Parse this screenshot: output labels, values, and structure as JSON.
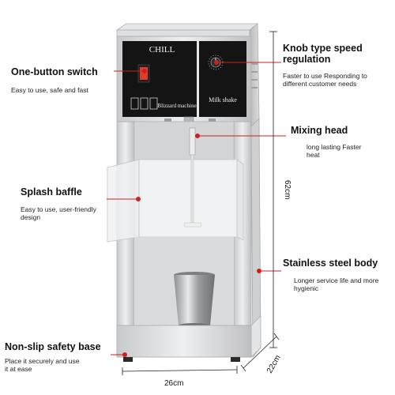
{
  "machine": {
    "brand": "CHILL",
    "left_panel_text": "Blizzard machine",
    "right_panel_text": "Milk shake"
  },
  "callouts": {
    "one_button": {
      "title": "One-button switch",
      "desc": "Easy to use, safe and fast"
    },
    "knob": {
      "title": "Knob type speed regulation",
      "desc": "Faster to use Responding to different customer needs"
    },
    "mixing_head": {
      "title": "Mixing head",
      "desc": "long lasting Faster heat"
    },
    "splash_baffle": {
      "title": "Splash baffle",
      "desc": "Easy to use, user-friendly design"
    },
    "steel_body": {
      "title": "Stainless steel body",
      "desc": "Longer service life and more hygienic"
    },
    "non_slip": {
      "title": "Non-slip safety base",
      "desc": "Place it securely and use it at ease"
    }
  },
  "dimensions": {
    "height": "62cm",
    "width": "26cm",
    "depth": "22cm"
  },
  "colors": {
    "callout_line": "#d11f1f",
    "panel": "#141414",
    "steel": "#d9dadb",
    "switch": "#e23b2a"
  }
}
